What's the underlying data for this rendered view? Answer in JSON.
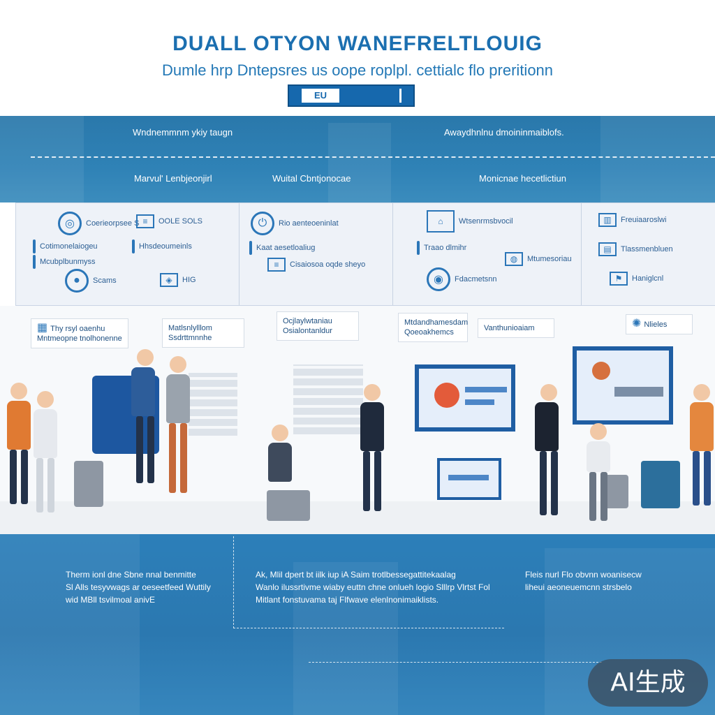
{
  "header": {
    "title": "DUALL OTYON WANEFRELTLOUIG",
    "subtitle": "Dumle hrp Dntepsres us oope roplpl. cettialc flo preritionn",
    "bar_label": "EU"
  },
  "band_top": {
    "texts": [
      "Wndnemmnm ykiy taugn",
      "Awaydhnlnu dmoininmaiblofs.",
      "Marvul' Lenbjeonjirl",
      "Wuital Cbntjonocae",
      "Monicnae hecetlictiun"
    ]
  },
  "panel": {
    "cards": [
      {
        "nodes": [
          {
            "icon": "target-icon",
            "text": "Coerieorpsee S"
          },
          {
            "icon": "document-icon",
            "text": "OOLE SOLS"
          },
          {
            "icon": "bar-icon",
            "text": "Cotimonelaiogeu"
          },
          {
            "icon": "bar-icon",
            "text": "Hhsdeoumeinls"
          },
          {
            "icon": "bar-icon",
            "text": "Mcubplbunmyss"
          },
          {
            "icon": "circle-icon",
            "text": "Scams"
          },
          {
            "icon": "shield-icon",
            "text": "HIG"
          }
        ]
      },
      {
        "nodes": [
          {
            "icon": "power-icon",
            "text": "Rio aenteoeninlat"
          },
          {
            "icon": "bar-icon",
            "text": "Kaat aesetloaliug"
          },
          {
            "icon": "document-icon",
            "text": "Cisaiosoa oqde sheyo"
          }
        ]
      },
      {
        "nodes": [
          {
            "icon": "map-icon",
            "text": "Wtsenrmsbvocil"
          },
          {
            "icon": "bar-icon",
            "text": "Traao dlmihr"
          },
          {
            "icon": "circle-icon",
            "text": "Fdacmetsnn"
          },
          {
            "icon": "globe-icon",
            "text": "Mtumesoriau"
          }
        ]
      },
      {
        "nodes": [
          {
            "icon": "city-icon",
            "text": "Freuiaaroslwi"
          },
          {
            "icon": "chart-icon",
            "text": "Tlassmenbluen"
          },
          {
            "icon": "pin-icon",
            "text": "Haniglcnl"
          }
        ]
      }
    ]
  },
  "scene": {
    "callouts": [
      "Thy rsyl oaenhu Mntmeopne tnolhonenne",
      "Matlsnlylllom Ssdrttmnnhe",
      "Ocjlaylwtaniau Osialontanldur",
      "Mtdandhamesdam Qoeoakhemcs",
      "Vanthunioaiam",
      "Nlieles"
    ]
  },
  "band_bottom": {
    "col1": [
      "Therm ionl dne Sbne nnal benmitte",
      "Sl Alls tesyvwags ar oeseetfeed Wuttily",
      "wid MBll tsvilmoal anivE"
    ],
    "col2": [
      "Ak, Mlil dpert bt iilk iup iA Saim trotlbessegattitekaalag",
      "Wanlo ilussrtivme wiaby euttn chne onlueh logio Slllrp Vlrtst Fol",
      "Mitlant fonstuvama taj Flfwave elenlnonimaiklists."
    ],
    "col3": [
      "Fleis nurl Flo obvnn woanisecw",
      "liheui aeoneuemcnn strsbelo"
    ]
  },
  "watermark": "AI生成",
  "colors": {
    "accent": "#1b6fb0",
    "band": "#2f82b6",
    "panel": "#e9eef6"
  }
}
